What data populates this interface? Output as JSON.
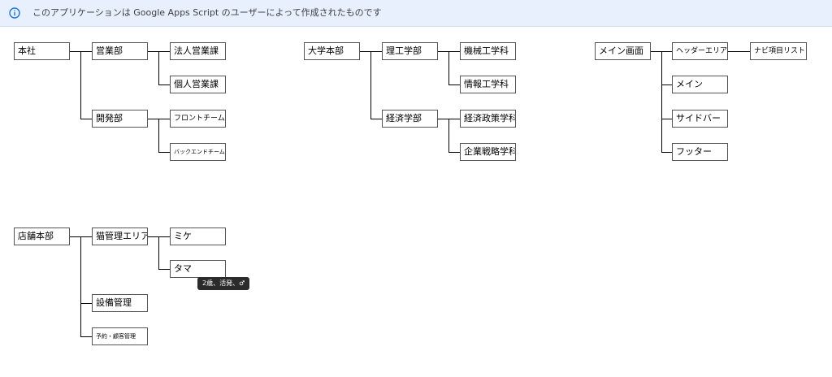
{
  "banner": {
    "icon": "info-icon",
    "text": "このアプリケーションは Google Apps Script のユーザーによって作成されたものです"
  },
  "trees": [
    {
      "id": "honsha",
      "label": "本社",
      "children": [
        {
          "id": "eigyo",
          "label": "営業部",
          "children": [
            {
              "id": "hojin",
              "label": "法人営業課"
            },
            {
              "id": "kojin",
              "label": "個人営業課"
            }
          ]
        },
        {
          "id": "kaihatsu",
          "label": "開発部",
          "children": [
            {
              "id": "front",
              "label": "フロントチーム"
            },
            {
              "id": "back",
              "label": "バックエンドチーム"
            }
          ]
        }
      ]
    },
    {
      "id": "daigaku",
      "label": "大学本部",
      "children": [
        {
          "id": "riko",
          "label": "理工学部",
          "children": [
            {
              "id": "kikai",
              "label": "機械工学科"
            },
            {
              "id": "joho",
              "label": "情報工学科"
            }
          ]
        },
        {
          "id": "keizai",
          "label": "経済学部",
          "children": [
            {
              "id": "seisaku",
              "label": "経済政策学科"
            },
            {
              "id": "kigyo",
              "label": "企業戦略学科"
            }
          ]
        }
      ]
    },
    {
      "id": "main-screen",
      "label": "メイン画面",
      "children": [
        {
          "id": "header-area",
          "label": "ヘッダーエリア",
          "children": [
            {
              "id": "nav-list",
              "label": "ナビ項目リスト"
            }
          ]
        },
        {
          "id": "main",
          "label": "メイン"
        },
        {
          "id": "sidebar",
          "label": "サイドバー"
        },
        {
          "id": "footer",
          "label": "フッター"
        }
      ]
    },
    {
      "id": "tenpo",
      "label": "店舗本部",
      "children": [
        {
          "id": "neko",
          "label": "猫管理エリア",
          "children": [
            {
              "id": "mike",
              "label": "ミケ"
            },
            {
              "id": "tama",
              "label": "タマ"
            }
          ]
        },
        {
          "id": "setsubi",
          "label": "設備管理"
        },
        {
          "id": "yoyaku",
          "label": "予約・顧客管理"
        }
      ]
    }
  ],
  "tooltip": {
    "text": "2歳、活発、♂"
  }
}
